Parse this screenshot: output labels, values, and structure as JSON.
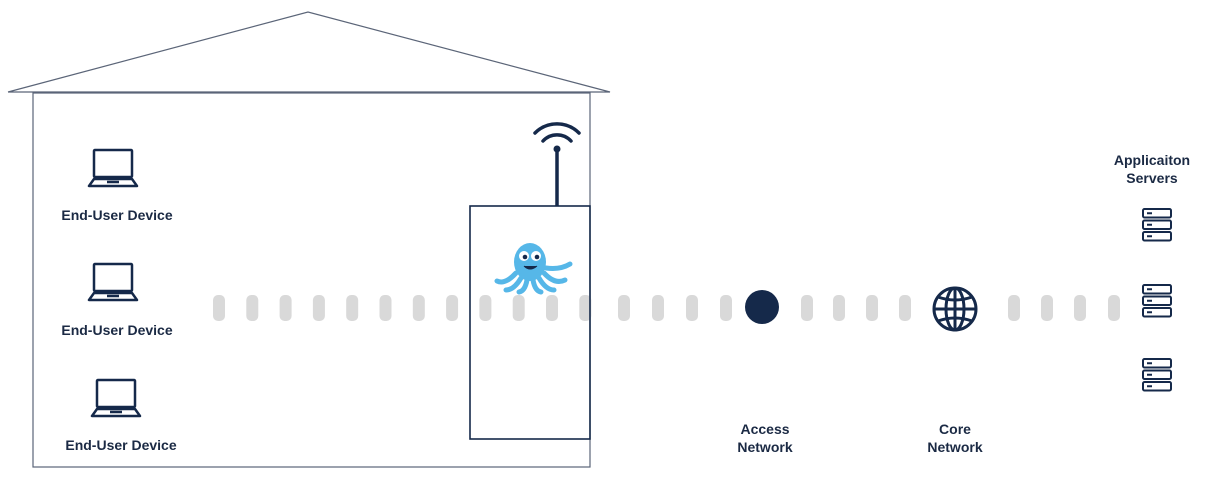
{
  "labels": {
    "device_1": "End-User Device",
    "device_2": "End-User Device",
    "device_3": "End-User Device",
    "access_line1": "Access",
    "access_line2": "Network",
    "core_line1": "Core",
    "core_line2": "Network",
    "servers_line1": "Applicaiton",
    "servers_line2": "Servers"
  },
  "colors": {
    "navy": "#15294a",
    "outline": "#5b6578",
    "dash": "#d9d9d9",
    "octopus": "#56b7e8"
  },
  "icons": [
    "laptop-icon",
    "wifi-icon",
    "octopus-mascot-icon",
    "globe-icon",
    "server-icon"
  ]
}
